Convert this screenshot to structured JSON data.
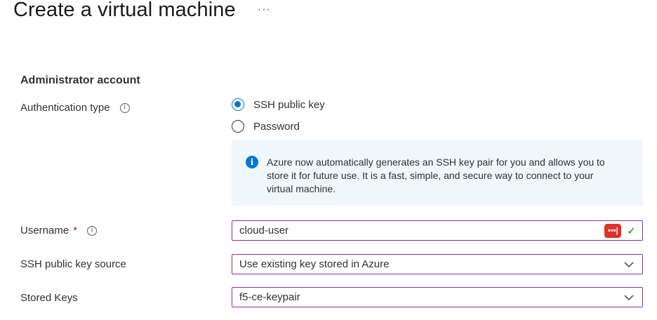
{
  "page": {
    "title": "Create a virtual machine",
    "more_label": "···"
  },
  "admin": {
    "section_title": "Administrator account",
    "auth_type": {
      "label": "Authentication type",
      "options": [
        {
          "label": "SSH public key",
          "selected": true
        },
        {
          "label": "Password",
          "selected": false
        }
      ]
    },
    "info_message": "Azure now automatically generates an SSH key pair for you and allows you to store it for future use. It is a fast, simple, and secure way to connect to your virtual machine.",
    "username": {
      "label": "Username",
      "required_mark": "*",
      "value": "cloud-user"
    },
    "ssh_key_source": {
      "label": "SSH public key source",
      "value": "Use existing key stored in Azure"
    },
    "stored_keys": {
      "label": "Stored Keys",
      "value": "f5-ce-keypair"
    }
  },
  "colors": {
    "accent": "#0078d4",
    "focus_border": "#8a2da5",
    "valid": "#107c10",
    "info_bg": "#eff6fc"
  }
}
